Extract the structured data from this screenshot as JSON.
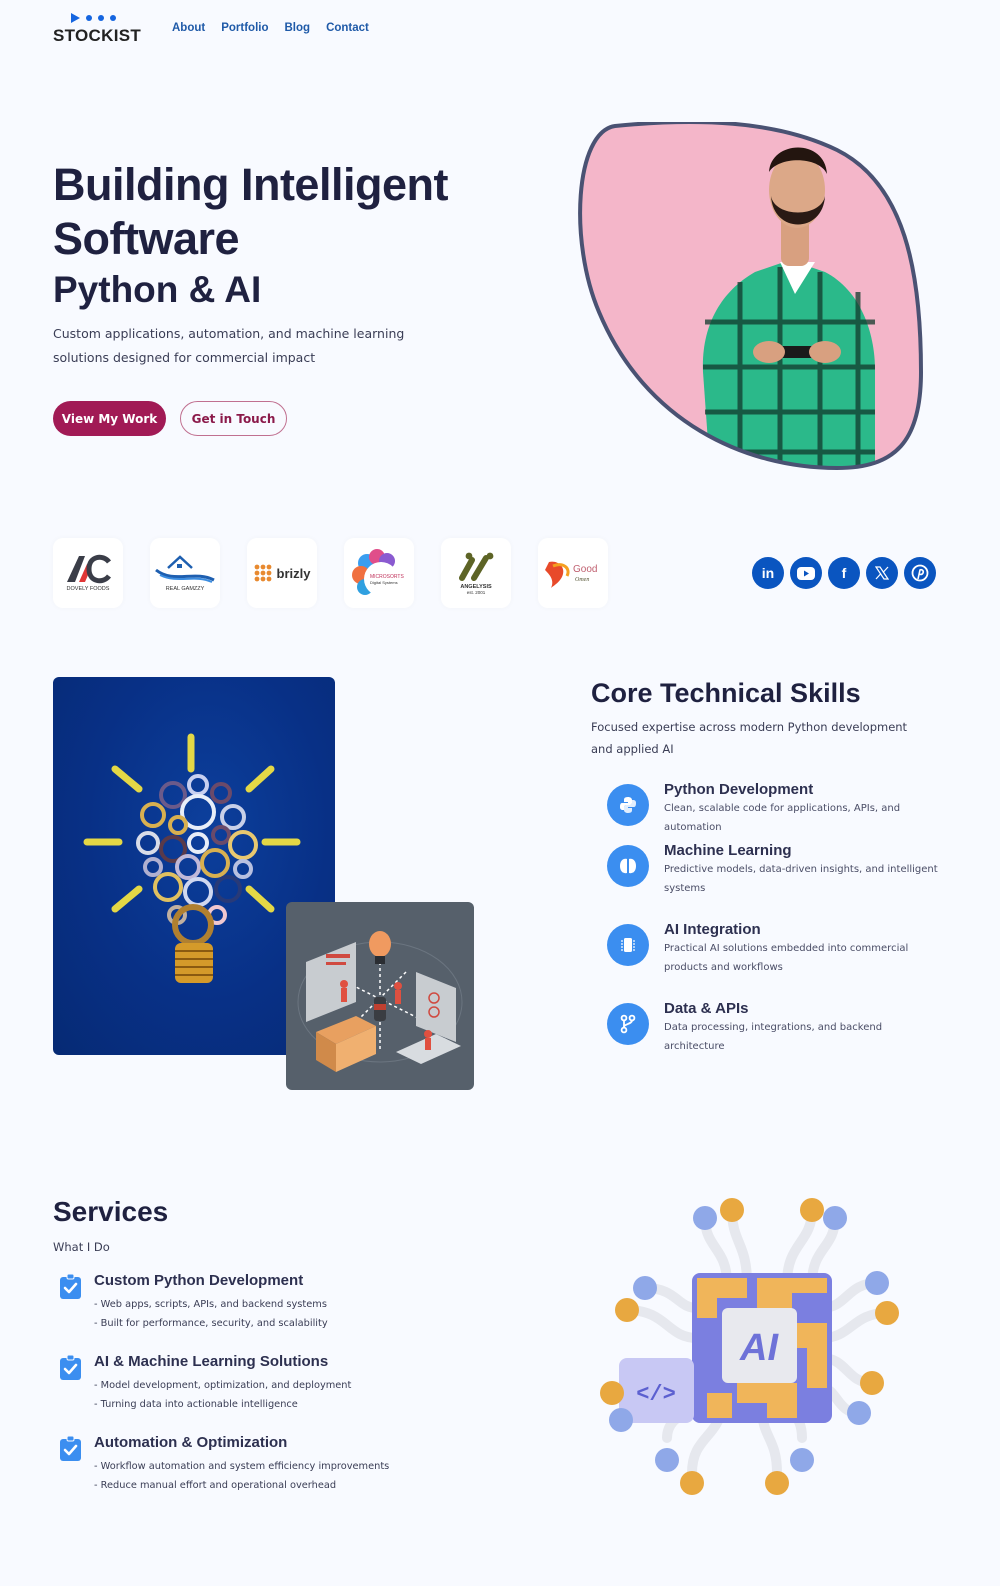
{
  "header": {
    "brand": "STOCKIST",
    "nav": [
      {
        "label": "About"
      },
      {
        "label": "Portfolio"
      },
      {
        "label": "Blog"
      },
      {
        "label": "Contact"
      }
    ]
  },
  "hero": {
    "title_line1": "Building Intelligent",
    "title_line2": "Software",
    "subtitle": "Python & AI",
    "description": "Custom applications, automation, and machine learning solutions designed for commercial impact",
    "primary_button": "View My Work",
    "secondary_button": "Get in Touch",
    "image_alt": "Bearded man in green plaid shirt holding a phone on pink background"
  },
  "brands": [
    {
      "name": "DOVELY FOODS",
      "mark": "AC"
    },
    {
      "name": "REAL GAMZZY",
      "mark": "house"
    },
    {
      "name": "brizly",
      "mark": "brizly"
    },
    {
      "name": "MICROSORTS Digital Systems",
      "mark": "flower"
    },
    {
      "name": "ANGELYSIS",
      "sub": "est. 2001",
      "mark": "slashes"
    },
    {
      "name": "Good Omen",
      "mark": "phoenix"
    }
  ],
  "socials": [
    {
      "name": "linkedin",
      "glyph": "in"
    },
    {
      "name": "youtube",
      "glyph": "▶"
    },
    {
      "name": "facebook",
      "glyph": "f"
    },
    {
      "name": "x",
      "glyph": "𝕏"
    },
    {
      "name": "pinterest",
      "glyph": "P"
    }
  ],
  "skills": {
    "title": "Core Technical Skills",
    "description": "Focused expertise across modern Python development and applied AI",
    "items": [
      {
        "name": "Python Development",
        "text": "Clean, scalable code for applications, APIs, and automation",
        "icon": "python-icon"
      },
      {
        "name": "Machine Learning",
        "text": "Predictive models, data-driven insights, and intelligent systems",
        "icon": "brain-icon"
      },
      {
        "name": "AI Integration",
        "text": "Practical AI solutions embedded into commercial products and workflows",
        "icon": "chip-icon"
      },
      {
        "name": "Data & APIs",
        "text": "Data processing, integrations, and backend architecture",
        "icon": "branch-icon"
      }
    ]
  },
  "services": {
    "title": "Services",
    "subtitle": "What I Do",
    "items": [
      {
        "name": "Custom Python Development",
        "bullets": [
          "- Web apps, scripts, APIs, and backend systems",
          "- Built for performance, security, and scalability"
        ]
      },
      {
        "name": "AI & Machine Learning Solutions",
        "bullets": [
          "- Model development, optimization, and deployment",
          "- Turning data into actionable intelligence"
        ]
      },
      {
        "name": "Automation & Optimization",
        "bullets": [
          "- Workflow automation and system efficiency improvements",
          "- Reduce manual effort and operational overhead"
        ]
      }
    ]
  },
  "colors": {
    "background": "#f8faff",
    "heading": "#1f2140",
    "nav_link": "#1f5aa8",
    "primary_button": "#a11a55",
    "skill_icon": "#3b8ef0",
    "social": "#0a55c0"
  }
}
